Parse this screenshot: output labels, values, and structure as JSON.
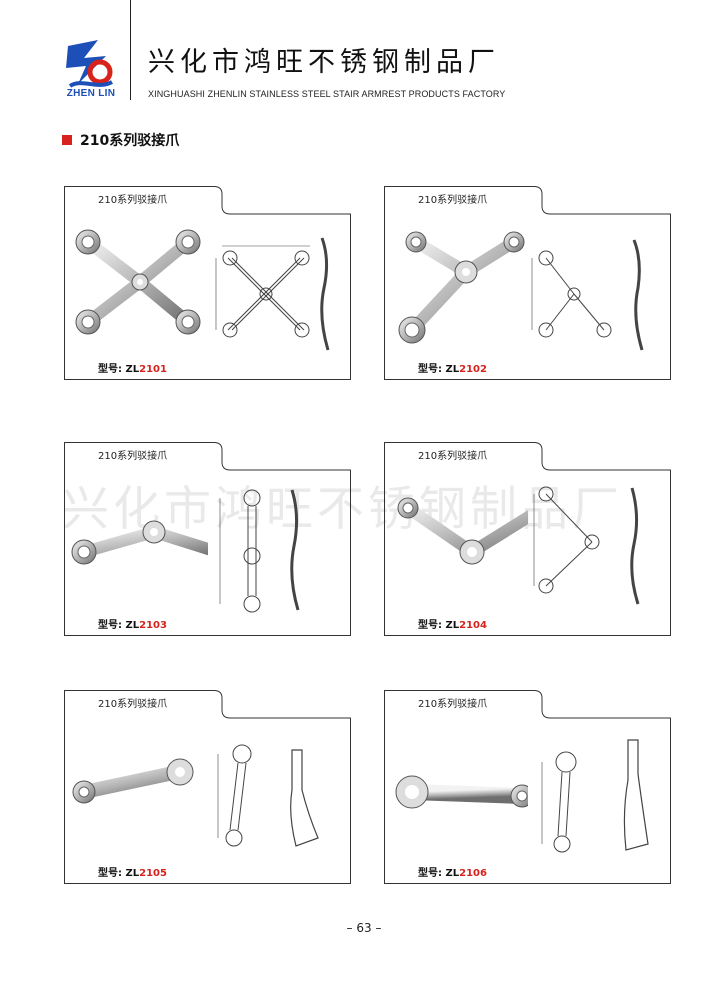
{
  "header": {
    "logo_text": "ZHEN LIN",
    "company_cn": "兴化市鸿旺不锈钢制品厂",
    "company_en": "XINGHUASHI ZHENLIN STAINLESS STEEL STAIR ARMREST PRODUCTS FACTORY"
  },
  "section": {
    "title": "210系列驳接爪"
  },
  "products": [
    {
      "title": "210系列驳接爪",
      "model_prefix": "型号: ZL",
      "model_code": "2101"
    },
    {
      "title": "210系列驳接爪",
      "model_prefix": "型号: ZL",
      "model_code": "2102"
    },
    {
      "title": "210系列驳接爪",
      "model_prefix": "型号: ZL",
      "model_code": "2103"
    },
    {
      "title": "210系列驳接爪",
      "model_prefix": "型号: ZL",
      "model_code": "2104"
    },
    {
      "title": "210系列驳接爪",
      "model_prefix": "型号: ZL",
      "model_code": "2105"
    },
    {
      "title": "210系列驳接爪",
      "model_prefix": "型号: ZL",
      "model_code": "2106"
    }
  ],
  "watermark": "兴化市鸿旺不锈钢制品厂",
  "page_number": "– 63 –",
  "colors": {
    "accent_red": "#d8221c",
    "logo_blue": "#1d4fb8"
  }
}
